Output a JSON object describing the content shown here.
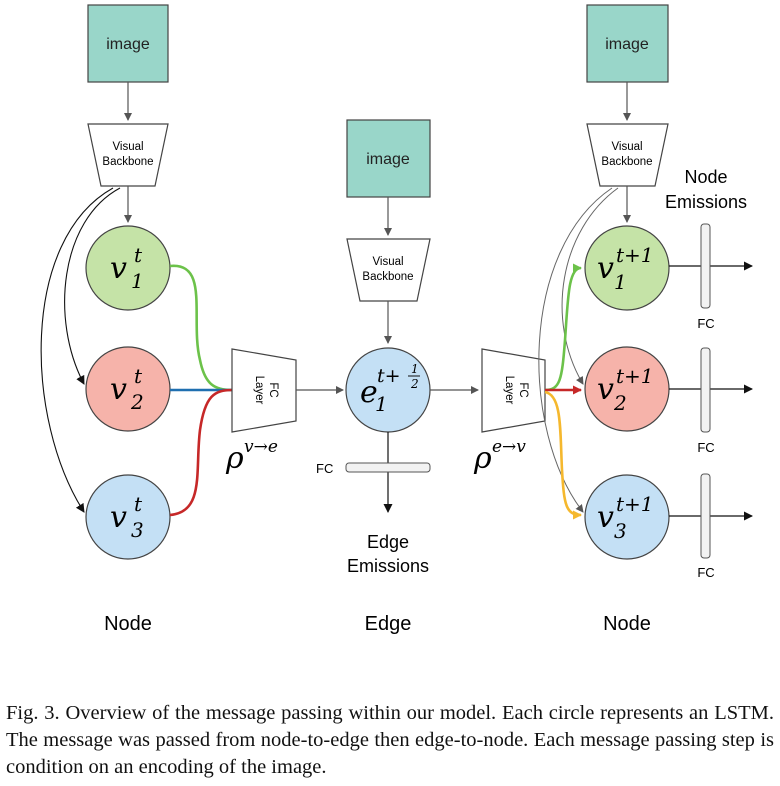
{
  "image_label": "image",
  "backbone_label_line1": "Visual",
  "backbone_label_line2": "Backbone",
  "fc_layer_line1": "FC",
  "fc_layer_line2": "Layer",
  "fc_label": "FC",
  "node_emissions_line1": "Node",
  "node_emissions_line2": "Emissions",
  "edge_emissions_line1": "Edge",
  "edge_emissions_line2": "Emissions",
  "rho_v_to_e": {
    "base": "ρ",
    "sup": "v→e"
  },
  "rho_e_to_v": {
    "base": "ρ",
    "sup": "e→v"
  },
  "left_nodes": [
    {
      "var": "v",
      "sub": "1",
      "sup": "t",
      "color": "#c5e3a7"
    },
    {
      "var": "v",
      "sub": "2",
      "sup": "t",
      "color": "#f6b3aa"
    },
    {
      "var": "v",
      "sub": "3",
      "sup": "t",
      "color": "#c4e0f5"
    }
  ],
  "right_nodes": [
    {
      "var": "v",
      "sub": "1",
      "sup": "t+1",
      "color": "#c5e3a7"
    },
    {
      "var": "v",
      "sub": "2",
      "sup": "t+1",
      "color": "#f6b3aa"
    },
    {
      "var": "v",
      "sub": "3",
      "sup": "t+1",
      "color": "#c4e0f5"
    }
  ],
  "edge_node": {
    "var": "e",
    "sub": "1",
    "sup": "t+",
    "frac_num": "1",
    "frac_den": "2",
    "color": "#c4e0f5"
  },
  "column_labels": {
    "left": "Node",
    "middle": "Edge",
    "right": "Node"
  },
  "colors": {
    "image_box": "#99d6c9",
    "green_line": "#6cc24a",
    "blue_line": "#1f6fb0",
    "red_line": "#c62828",
    "yellow_line": "#f5b82e",
    "fc_bar": "#f2f2f2"
  },
  "caption": "Fig. 3.  Overview of the message passing within our model. Each circle represents an LSTM. The message was passed from node-to-edge then edge-to-node. Each message passing step is condition on an encoding of the image."
}
